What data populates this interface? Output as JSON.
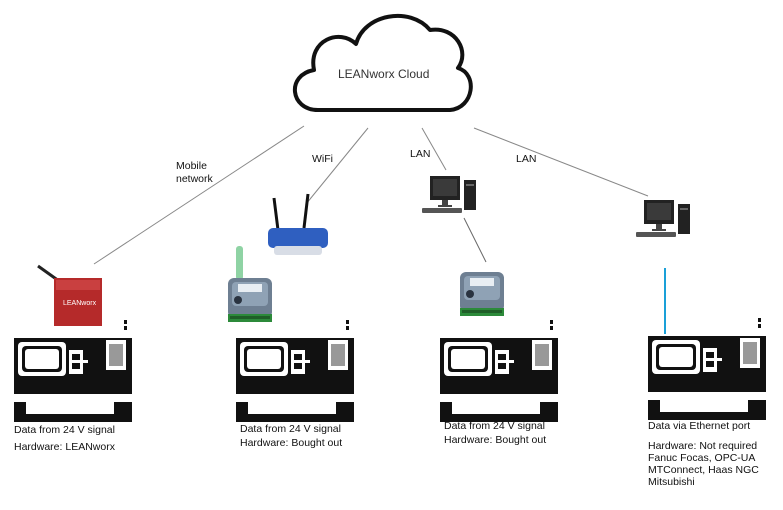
{
  "cloud": {
    "label": "LEANworx Cloud"
  },
  "connections": [
    {
      "label_line1": "Mobile",
      "label_line2": "network"
    },
    {
      "label": "WiFi"
    },
    {
      "label": "LAN"
    },
    {
      "label": "LAN"
    }
  ],
  "machines": [
    {
      "line1": "Data from 24 V signal",
      "line2": "Hardware: LEANworx"
    },
    {
      "line1": "Data from 24 V signal",
      "line2": "Hardware: Bought out"
    },
    {
      "line1": "Data from 24 V signal",
      "line2": "Hardware: Bought out"
    },
    {
      "line1": "Data via Ethernet port",
      "line2": "Hardware: Not required",
      "line3": "Fanuc Focas, OPC-UA",
      "line4": "MTConnect, Haas NGC",
      "line5": "Mitsubishi"
    }
  ],
  "devices": {
    "leanworx_box_label": "LEANworx"
  },
  "colors": {
    "ethernet_cable": "#1aa0d8",
    "router": "#2f5fc0",
    "leanworx_box": "#b52a2a",
    "module": "#6e7f92"
  }
}
